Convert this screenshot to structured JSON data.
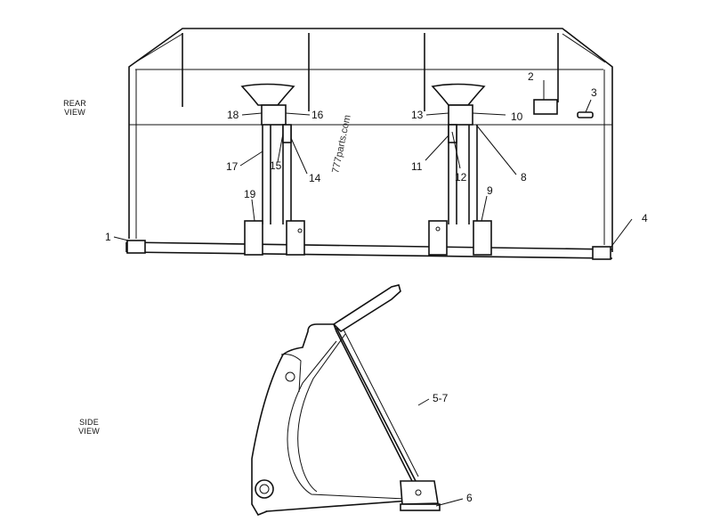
{
  "views": {
    "rear": "REAR\nVIEW",
    "side": "SIDE\nVIEW"
  },
  "watermark": "777parts.com",
  "callouts": {
    "c1": "1",
    "c2": "2",
    "c3": "3",
    "c4": "4",
    "c5_7": "5-7",
    "c6": "6",
    "c8": "8",
    "c9": "9",
    "c10": "10",
    "c11": "11",
    "c12": "12",
    "c13": "13",
    "c14": "14",
    "c15": "15",
    "c16": "16",
    "c17": "17",
    "c18": "18",
    "c19": "19"
  }
}
